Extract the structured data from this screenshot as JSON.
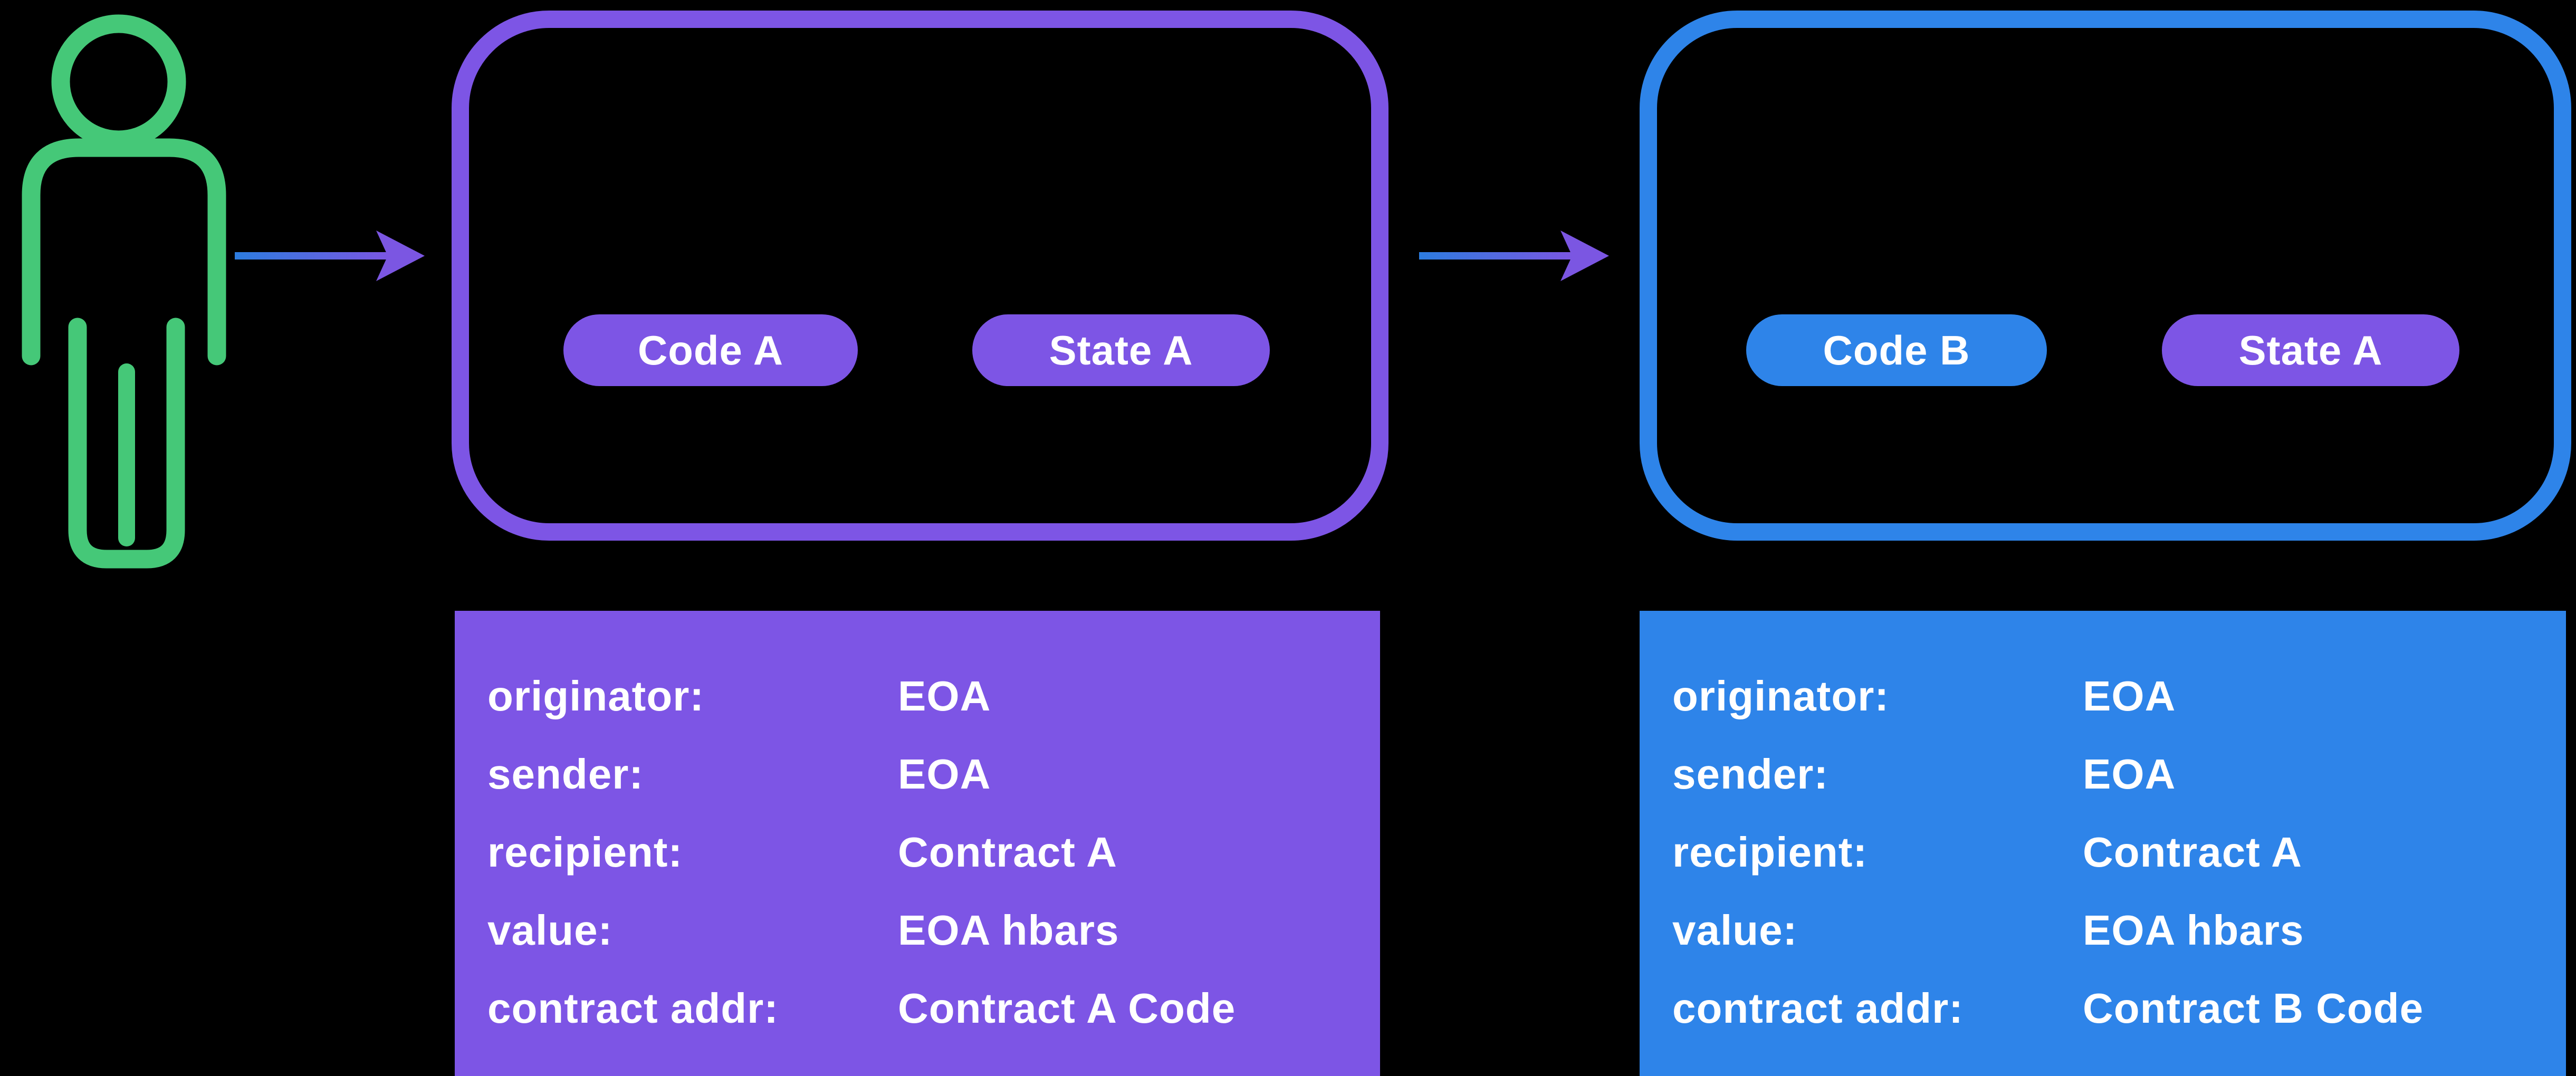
{
  "diagram": {
    "description": "EOA calling smart contracts flow diagram",
    "colors": {
      "background": "#000000",
      "actor_green": "#45C878",
      "purple": "#7D55E5",
      "blue": "#2E84E9",
      "arrow_gradient_start": "#2C7CDF",
      "arrow_gradient_end": "#7B56E2",
      "text": "#FFFFFF"
    },
    "actor": {
      "icon": "person-icon",
      "color": "#45C878"
    },
    "arrows": [
      {
        "from": "actor",
        "to": "contract-a-box"
      },
      {
        "from": "contract-a-box",
        "to": "contract-b-box"
      }
    ],
    "contract_a": {
      "pills": [
        {
          "label": "Code A",
          "color": "#7D55E5"
        },
        {
          "label": "State A",
          "color": "#7D55E5"
        }
      ],
      "panel": {
        "color": "#7D55E5",
        "rows": [
          {
            "label": "originator:",
            "value": "EOA"
          },
          {
            "label": "sender:",
            "value": "EOA"
          },
          {
            "label": "recipient:",
            "value": "Contract A"
          },
          {
            "label": "value:",
            "value": "EOA hbars"
          },
          {
            "label": "contract addr:",
            "value": "Contract A Code"
          }
        ]
      }
    },
    "contract_b": {
      "pills": [
        {
          "label": "Code B",
          "color": "#2E84E9"
        },
        {
          "label": "State A",
          "color": "#7D55E5"
        }
      ],
      "panel": {
        "color": "#2E84E9",
        "rows": [
          {
            "label": "originator:",
            "value": "EOA"
          },
          {
            "label": "sender:",
            "value": "EOA"
          },
          {
            "label": "recipient:",
            "value": "Contract A"
          },
          {
            "label": "value:",
            "value": "EOA hbars"
          },
          {
            "label": "contract addr:",
            "value": "Contract B Code"
          }
        ]
      }
    }
  }
}
